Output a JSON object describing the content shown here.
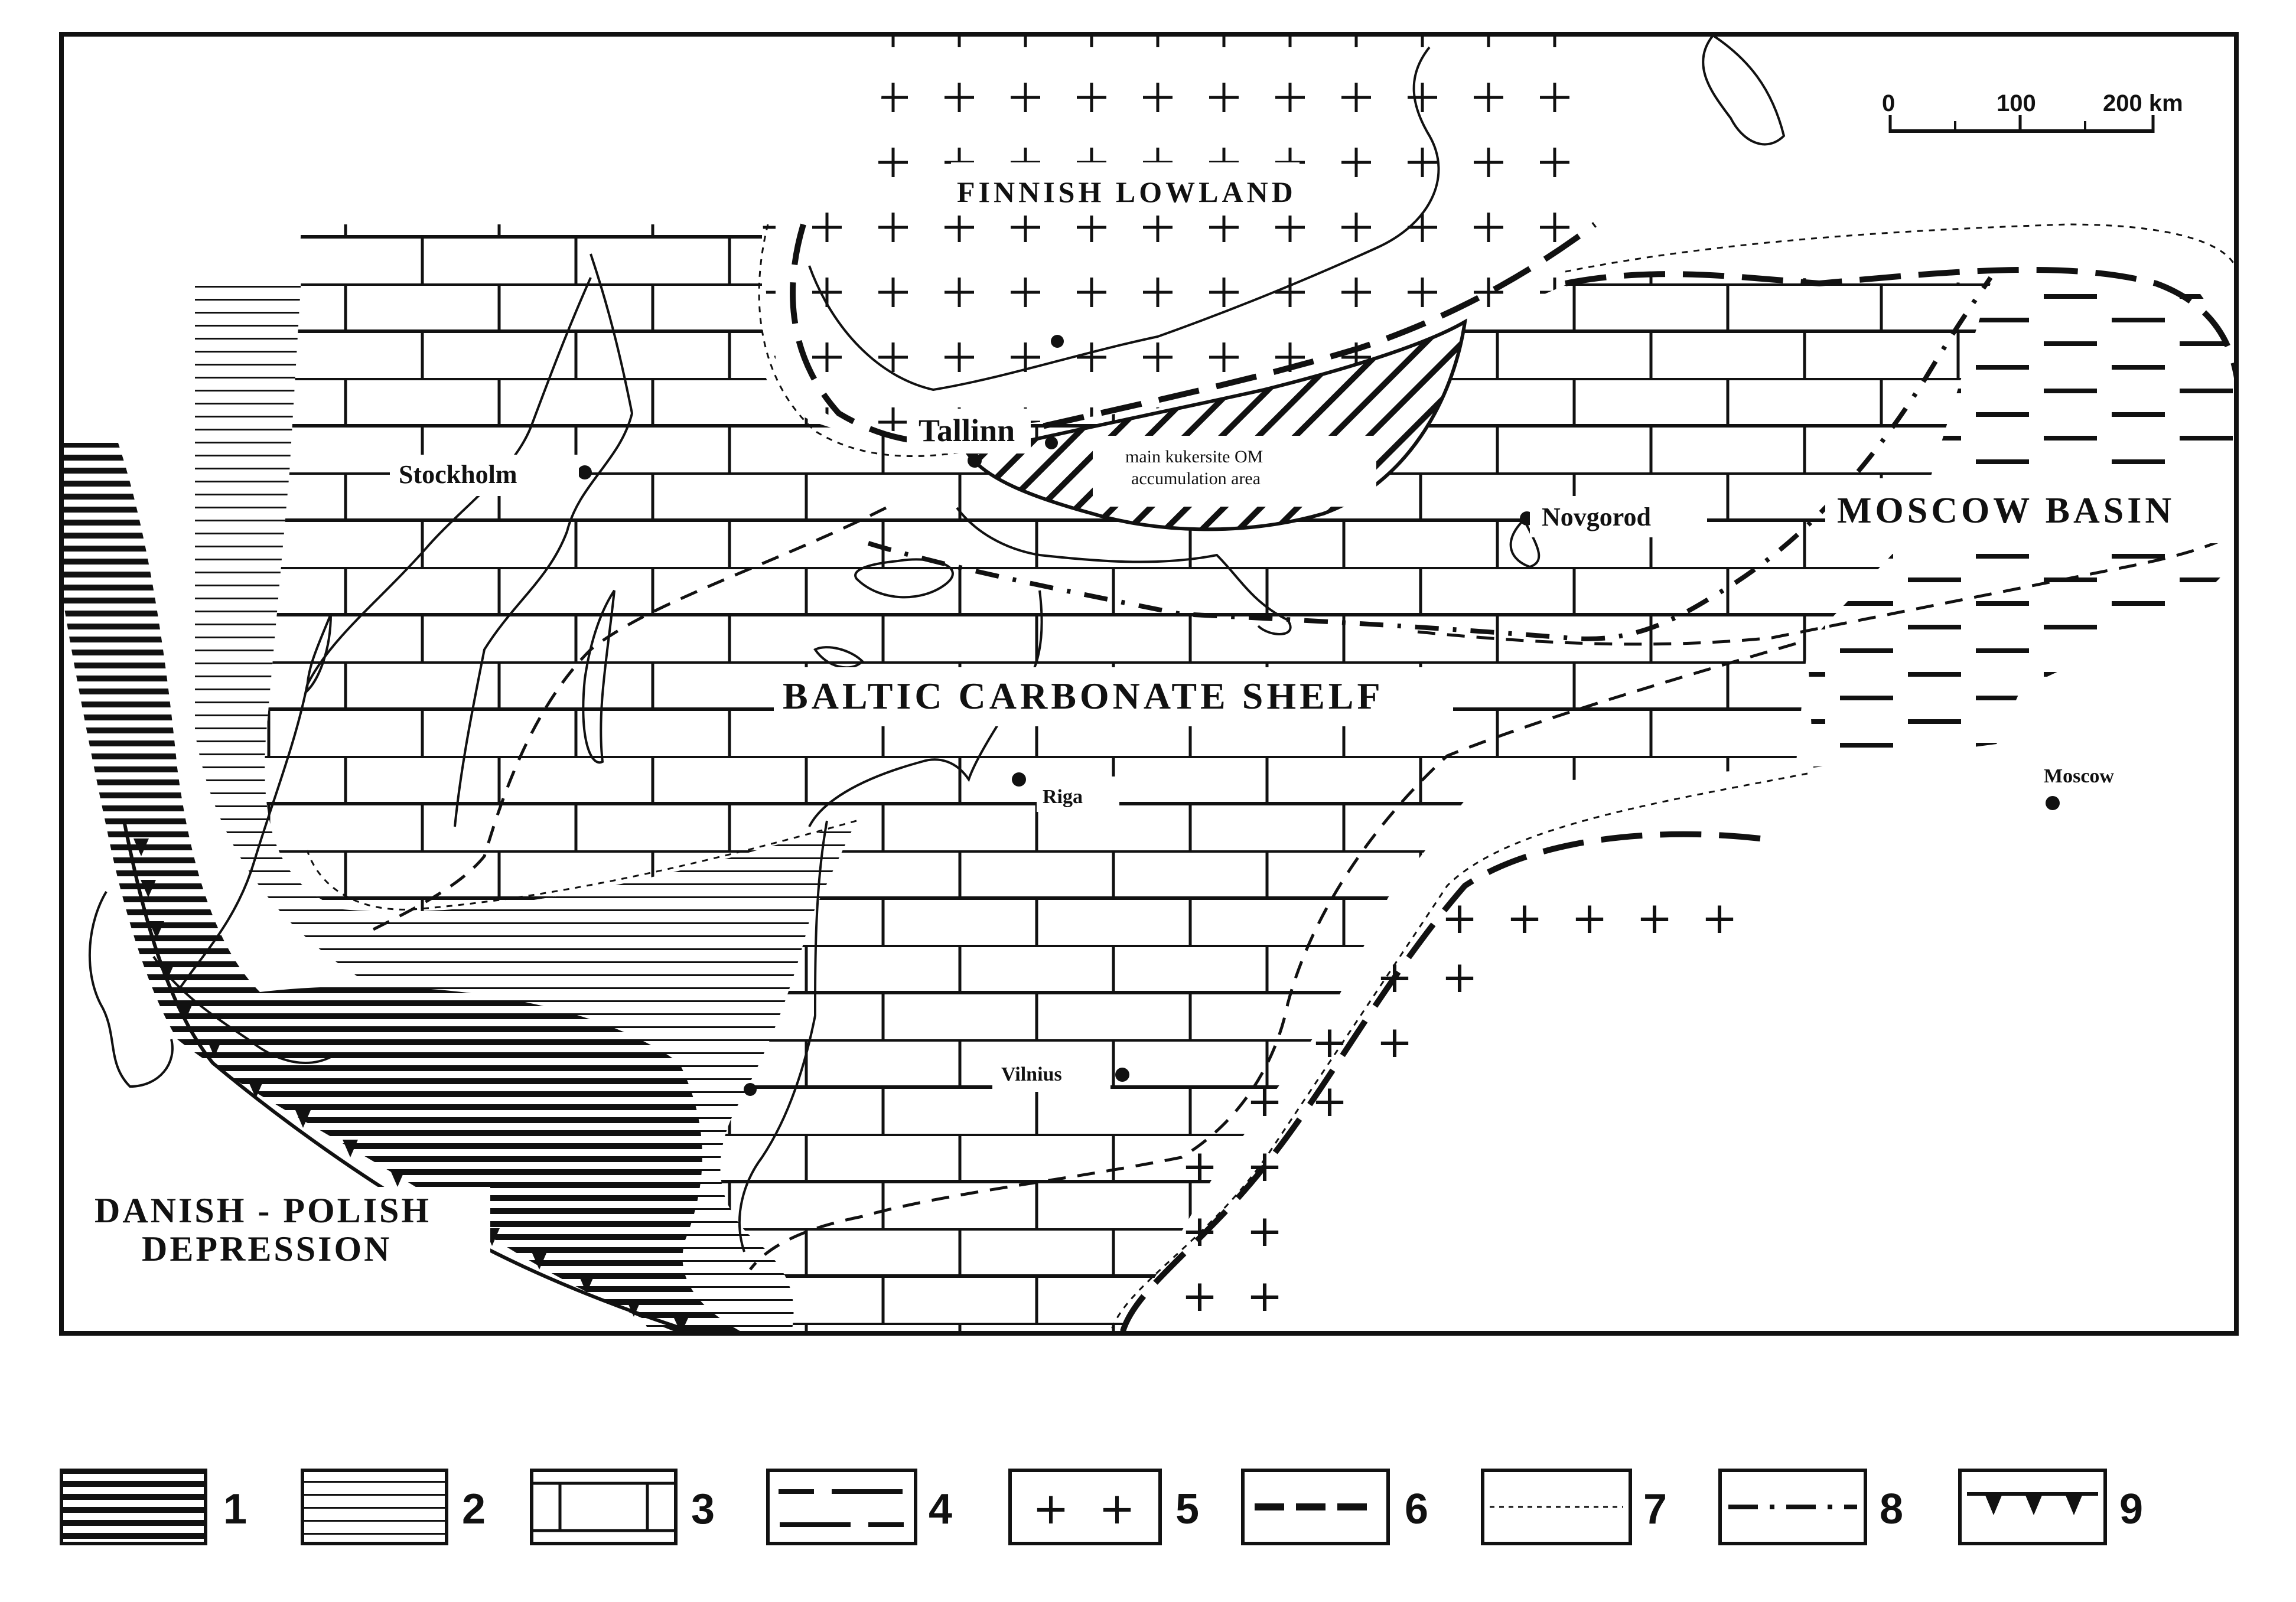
{
  "regions": {
    "finnish_lowland": "FINNISH LOWLAND",
    "baltic_carbonate_shelf": "BALTIC CARBONATE SHELF",
    "moscow_basin": "MOSCOW BASIN",
    "danish_polish_line1": "DANISH - POLISH",
    "danish_polish_line2": "DEPRESSION",
    "kukersite_line1": "main kukersite OM",
    "kukersite_line2": "accumulation area"
  },
  "cities": {
    "tallinn": "Tallinn",
    "stockholm": "Stockholm",
    "novgorod": "Novgorod",
    "riga": "Riga",
    "moscow": "Moscow",
    "vilnius": "Vilnius"
  },
  "scale_bar": {
    "t0": "0",
    "t1": "100",
    "t2": "200 km"
  },
  "legend": [
    {
      "label": "1",
      "pattern": "dense-horizontal-lines"
    },
    {
      "label": "2",
      "pattern": "fine-horizontal-lines"
    },
    {
      "label": "3",
      "pattern": "brick"
    },
    {
      "label": "4",
      "pattern": "long-dashes"
    },
    {
      "label": "5",
      "pattern": "crosses"
    },
    {
      "label": "6",
      "pattern": "heavy-dashed-line"
    },
    {
      "label": "7",
      "pattern": "dotted-line"
    },
    {
      "label": "8",
      "pattern": "dash-dot-line"
    },
    {
      "label": "9",
      "pattern": "thrust-front-teeth"
    }
  ],
  "colors": {
    "ink": "#111111",
    "paper": "#ffffff"
  }
}
